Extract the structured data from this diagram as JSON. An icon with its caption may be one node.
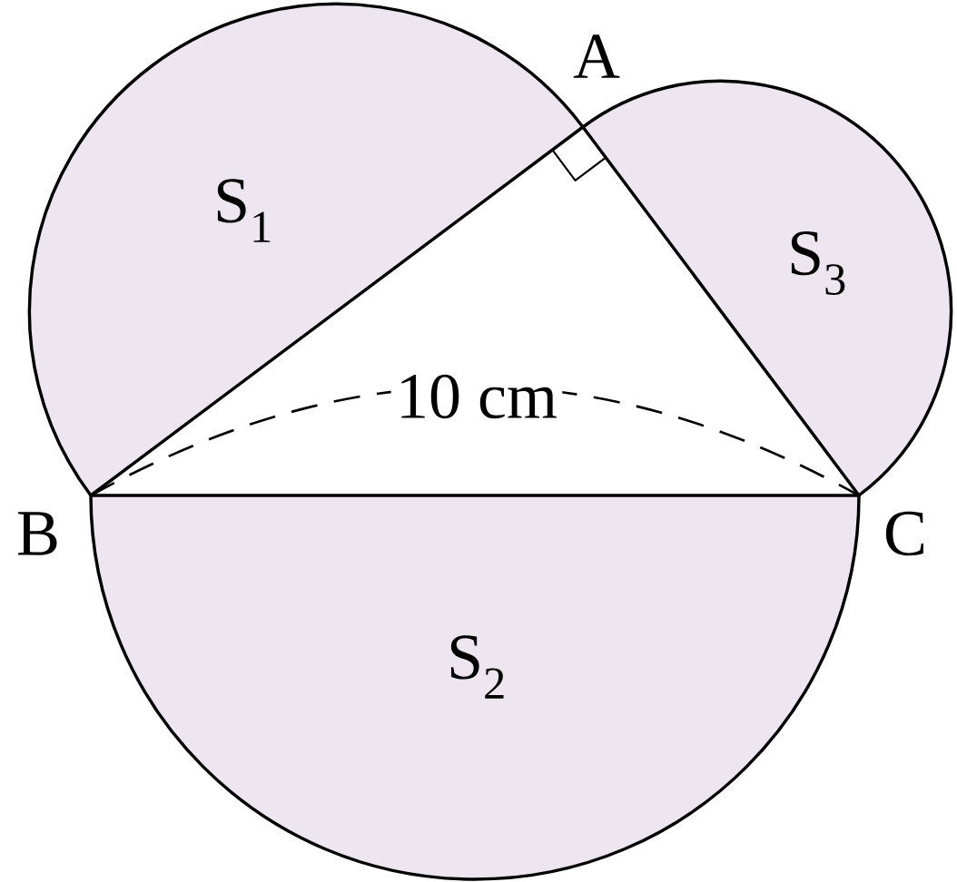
{
  "diagram": {
    "nodes": [
      {
        "text": [
          "S$_{1}$"
        ]
      },
      {
        "text": [
          "S$_{3}$"
        ]
      },
      {
        "text": [
          "S$_{2}$"
        ]
      }
    ],
    "labels": [
      "A",
      "10 cm",
      "B",
      "C"
    ]
  }
}
